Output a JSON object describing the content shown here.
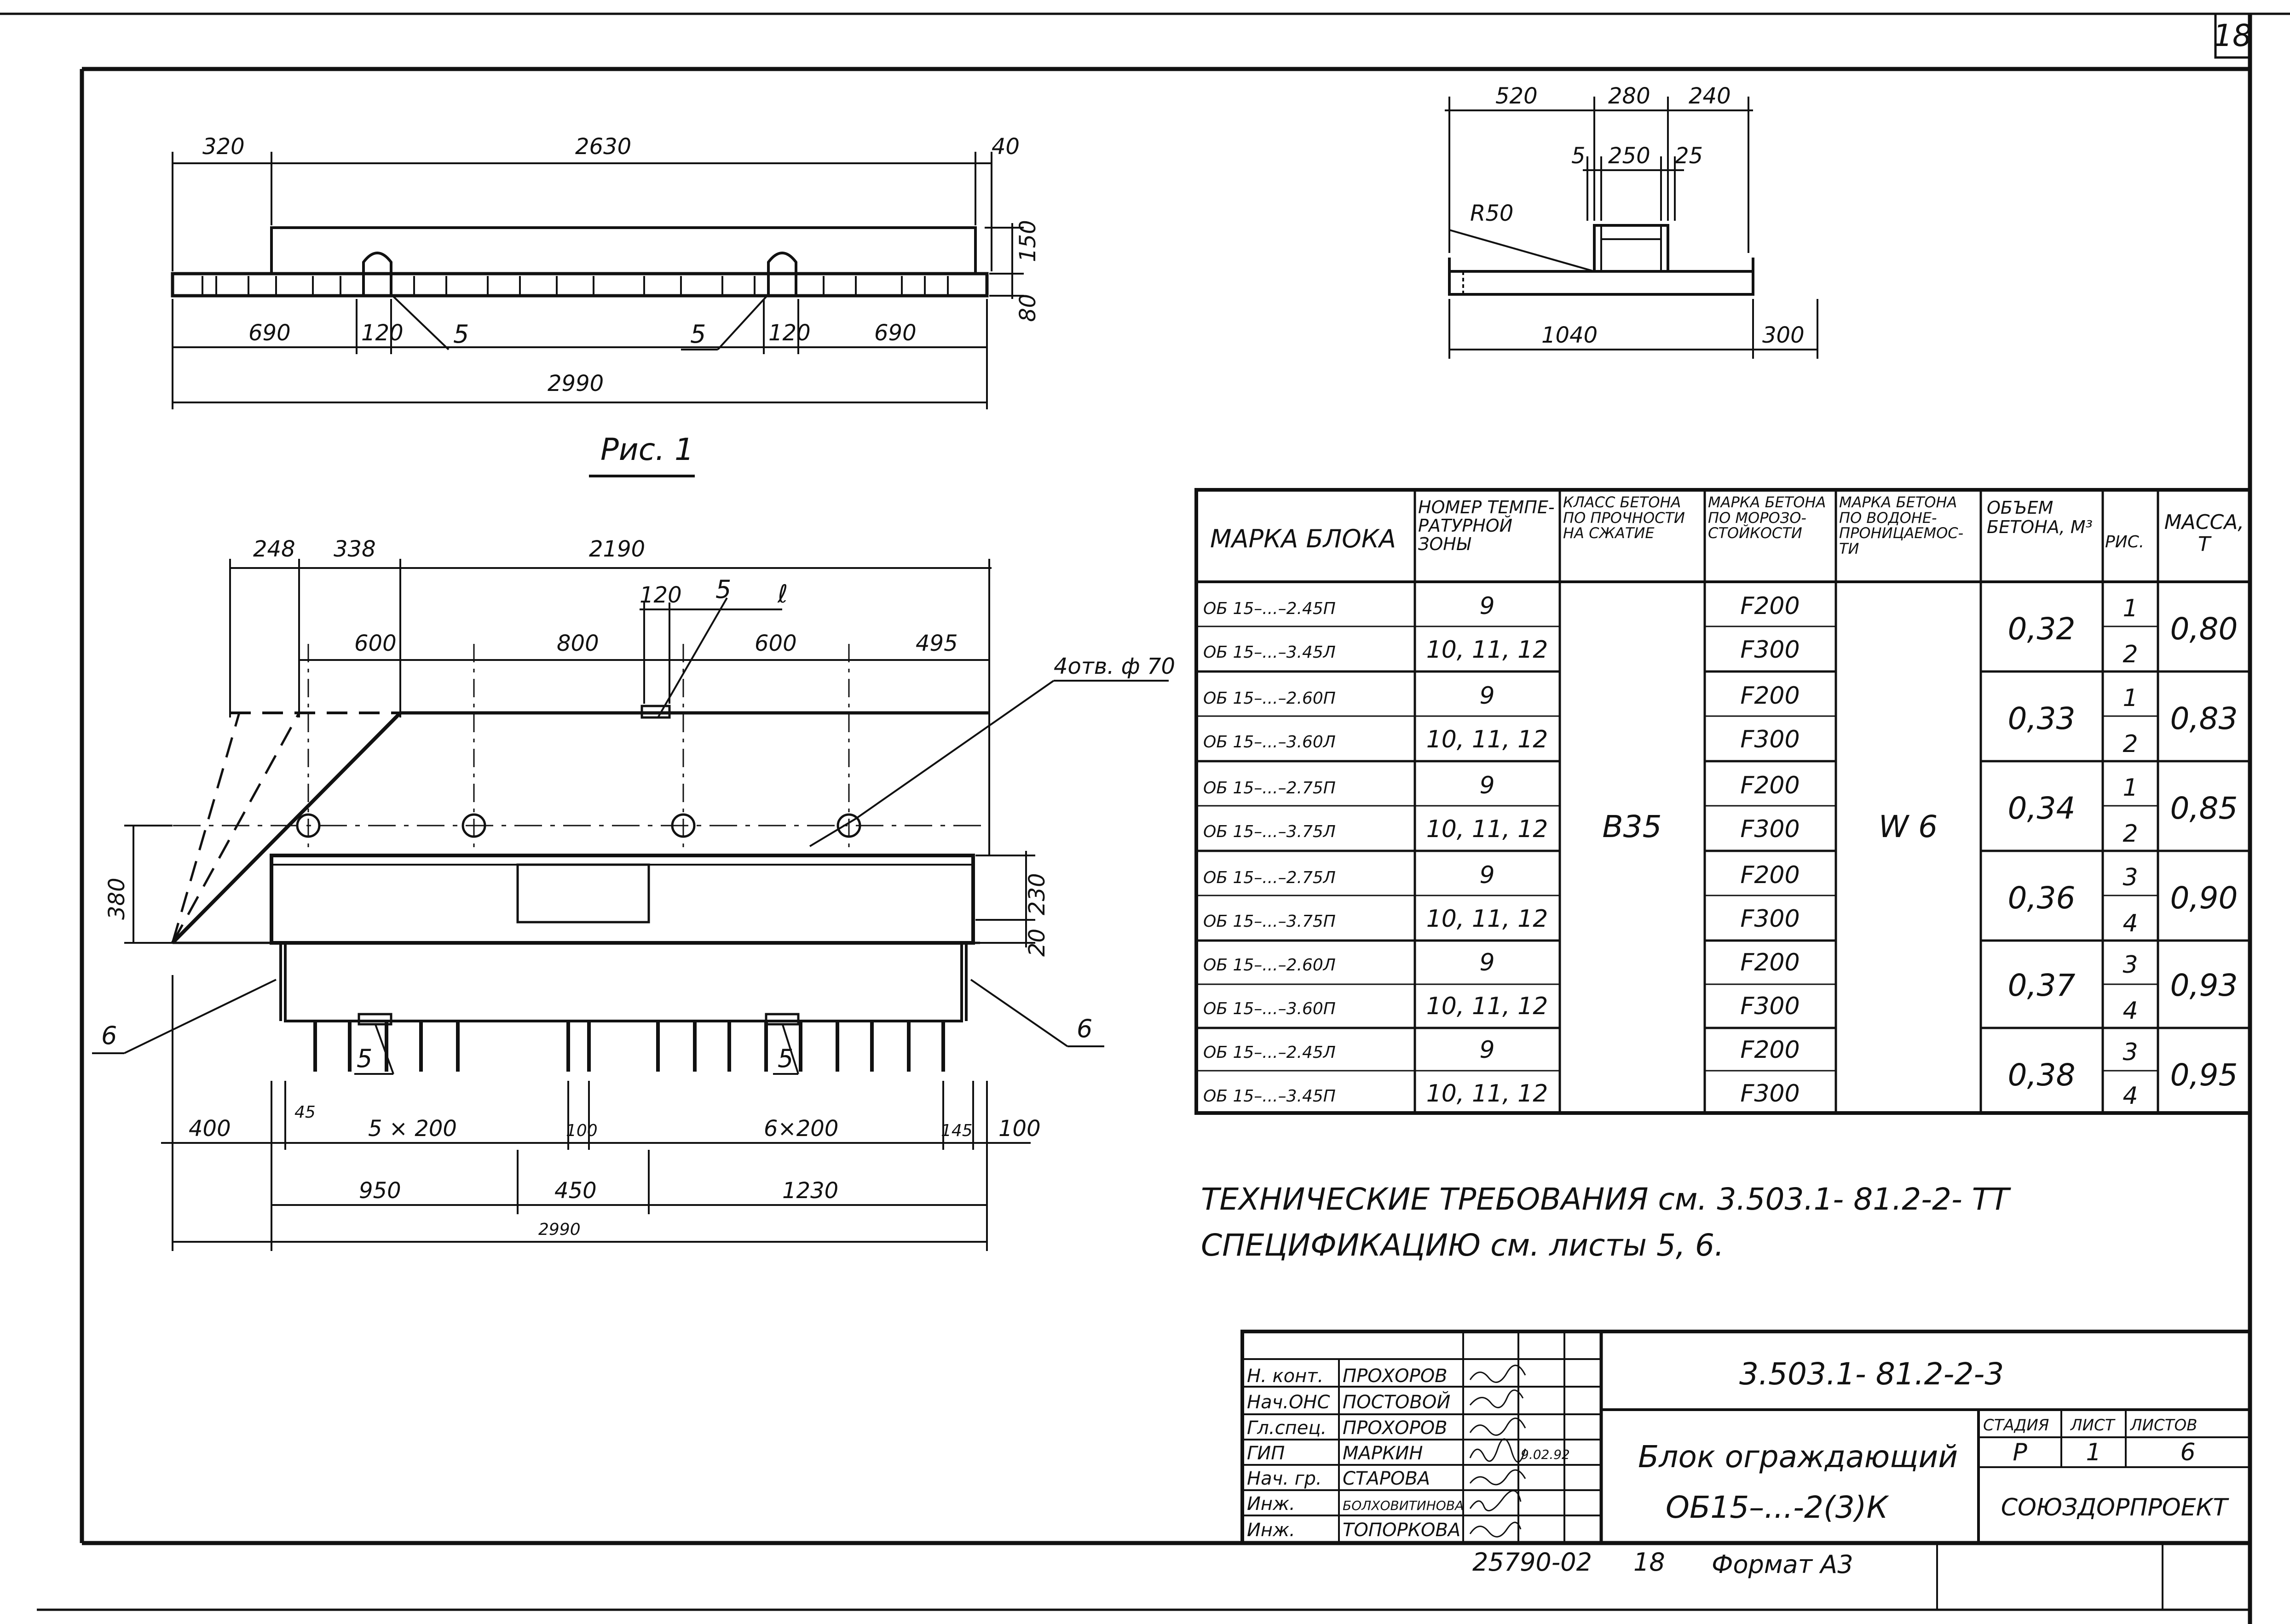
{
  "sheet": {
    "page_number": "18",
    "stamp_code": "25790-02",
    "stamp_sheet": "18",
    "format": "Формат А3"
  },
  "fig1": {
    "caption": "Рис. 1",
    "top_dims": [
      "320",
      "2630",
      "40"
    ],
    "side_dims": [
      "150",
      "80"
    ],
    "bottom_dims": [
      "690",
      "120",
      "120",
      "690"
    ],
    "overall": "2990",
    "callouts": [
      "5",
      "5"
    ]
  },
  "section": {
    "top_dims": [
      "520",
      "280",
      "240"
    ],
    "sub_dims": [
      "5",
      "250",
      "25"
    ],
    "radius": "R50",
    "bottom_dims": [
      "1040",
      "300"
    ]
  },
  "plan": {
    "top_dims": [
      "248",
      "338",
      "2190"
    ],
    "spacing": [
      "600",
      "800",
      "600",
      "495"
    ],
    "detail": [
      "120",
      "5",
      "ℓ"
    ],
    "holes_label": "4отв. ф 70",
    "left_dim": "380",
    "right_dims": [
      "230",
      "20"
    ],
    "callouts": [
      "6",
      "6",
      "5",
      "5"
    ],
    "bottom_row1": [
      "400",
      "45",
      "5 × 200",
      "100",
      "6×200",
      "145",
      "100"
    ],
    "bottom_row2": [
      "950",
      "450",
      "1230"
    ],
    "overall": "2990"
  },
  "table": {
    "headers": [
      "МАРКА БЛОКА",
      "НОМЕР ТЕМПЕ- РАТУРНОЙ ЗОНЫ",
      "КЛАСС БЕТОНА ПО ПРОЧНОСТИ НА СЖАТИЕ",
      "МАРКА БЕТОНА ПО МОРОЗО- СТОЙКОСТИ",
      "МАРКА БЕТОНА ПО ВОДОНЕ- ПРОНИЦАЕМОС- ТИ",
      "ОБЪЕМ БЕТОНА, М³",
      "РИС.",
      "МАССА, Т"
    ],
    "rows": [
      {
        "mark": "ОБ 15–...–2.45П",
        "zone": "9",
        "frost": "F200",
        "fig": "1"
      },
      {
        "mark": "ОБ 15–...–3.45Л",
        "zone": "10, 11, 12",
        "frost": "F300",
        "fig": "2"
      },
      {
        "mark": "ОБ 15–...–2.60П",
        "zone": "9",
        "frost": "F200",
        "fig": "1"
      },
      {
        "mark": "ОБ 15–...–3.60Л",
        "zone": "10, 11, 12",
        "frost": "F300",
        "fig": "2"
      },
      {
        "mark": "ОБ 15–...–2.75П",
        "zone": "9",
        "frost": "F200",
        "fig": "1"
      },
      {
        "mark": "ОБ 15–...–3.75Л",
        "zone": "10, 11, 12",
        "frost": "F300",
        "fig": "2"
      },
      {
        "mark": "ОБ 15–...–2.75Л",
        "zone": "9",
        "frost": "F200",
        "fig": "3"
      },
      {
        "mark": "ОБ 15–...–3.75П",
        "zone": "10, 11, 12",
        "frost": "F300",
        "fig": "4"
      },
      {
        "mark": "ОБ 15–...–2.60Л",
        "zone": "9",
        "frost": "F200",
        "fig": "3"
      },
      {
        "mark": "ОБ 15–...–3.60П",
        "zone": "10, 11, 12",
        "frost": "F300",
        "fig": "4"
      },
      {
        "mark": "ОБ 15–...–2.45Л",
        "zone": "9",
        "frost": "F200",
        "fig": "3"
      },
      {
        "mark": "ОБ 15–...–3.45П",
        "zone": "10, 11, 12",
        "frost": "F300",
        "fig": "4"
      }
    ],
    "class": "В35",
    "water": "W 6",
    "groups": [
      {
        "volume": "0,32",
        "mass": "0,80"
      },
      {
        "volume": "0,33",
        "mass": "0,83"
      },
      {
        "volume": "0,34",
        "mass": "0,85"
      },
      {
        "volume": "0,36",
        "mass": "0,90"
      },
      {
        "volume": "0,37",
        "mass": "0,93"
      },
      {
        "volume": "0,38",
        "mass": "0,95"
      }
    ]
  },
  "notes": {
    "line1": "ТЕХНИЧЕСКИЕ ТРЕБОВАНИЯ см. 3.503.1- 81.2-2- ТТ",
    "line2": "СПЕЦИФИКАЦИЮ см. листы 5, 6."
  },
  "title_block": {
    "roles": [
      "Н. конт.",
      "Нач.ОНС",
      "Гл.спец.",
      "ГИП",
      "Нач. гр.",
      "Инж.",
      "Инж."
    ],
    "names": [
      "ПРОХОРОВ",
      "ПОСТОВОЙ",
      "ПРОХОРОВ",
      "МАРКИН",
      "СТАРОВА",
      "БОЛХОВИТИНОВА",
      "ТОПОРКОВА"
    ],
    "date": "9.02.92",
    "doc_code": "3.503.1- 81.2-2-3",
    "title1": "Блок ограждающий",
    "title2": "ОБ15–...-2(3)К",
    "col_heads": [
      "СТАДИЯ",
      "ЛИСТ",
      "ЛИСТОВ"
    ],
    "col_vals": [
      "Р",
      "1",
      "6"
    ],
    "org": "СОЮЗДОРПРОЕКТ"
  }
}
